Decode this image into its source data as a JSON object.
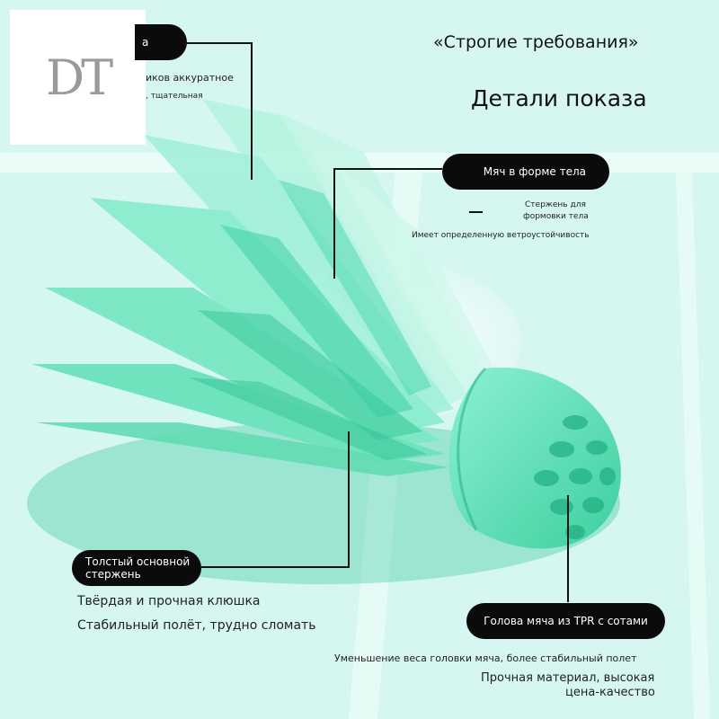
{
  "header": {
    "quote_title": "«Строгие требования»",
    "subtitle": "Детали показа"
  },
  "logo": {
    "text": "DT"
  },
  "callouts": {
    "top_left": {
      "label_fragment": "а",
      "line1_fragment": "иков аккуратное",
      "line2_fragment": ", тщательная"
    },
    "ball_shape": {
      "label": "Мяч в форме тела",
      "desc1": "Стержень для",
      "desc2": "формовки тела",
      "desc3": "Имеет определенную ветроустойчивость"
    },
    "main_shaft": {
      "label_line1": "Толстый основной",
      "label_line2": "стержень",
      "desc1": "Твёрдая и прочная клюшка",
      "desc2": "Стабильный полёт, трудно сломать"
    },
    "tpr_head": {
      "label": "Голова мяча из TPR с сотами",
      "desc1": "Уменьшение веса головки мяча, более стабильный полет",
      "desc2": "Прочная материал, высокая",
      "desc3": "цена-качество"
    }
  },
  "colors": {
    "background": "#d6f6f1",
    "feather_light": "#a8f0dc",
    "feather_mid": "#5fe0b8",
    "feather_dark": "#2fc79a",
    "callout_pill": "#0b0b0b"
  },
  "icons": [
    "shuttlecock-illustration"
  ]
}
